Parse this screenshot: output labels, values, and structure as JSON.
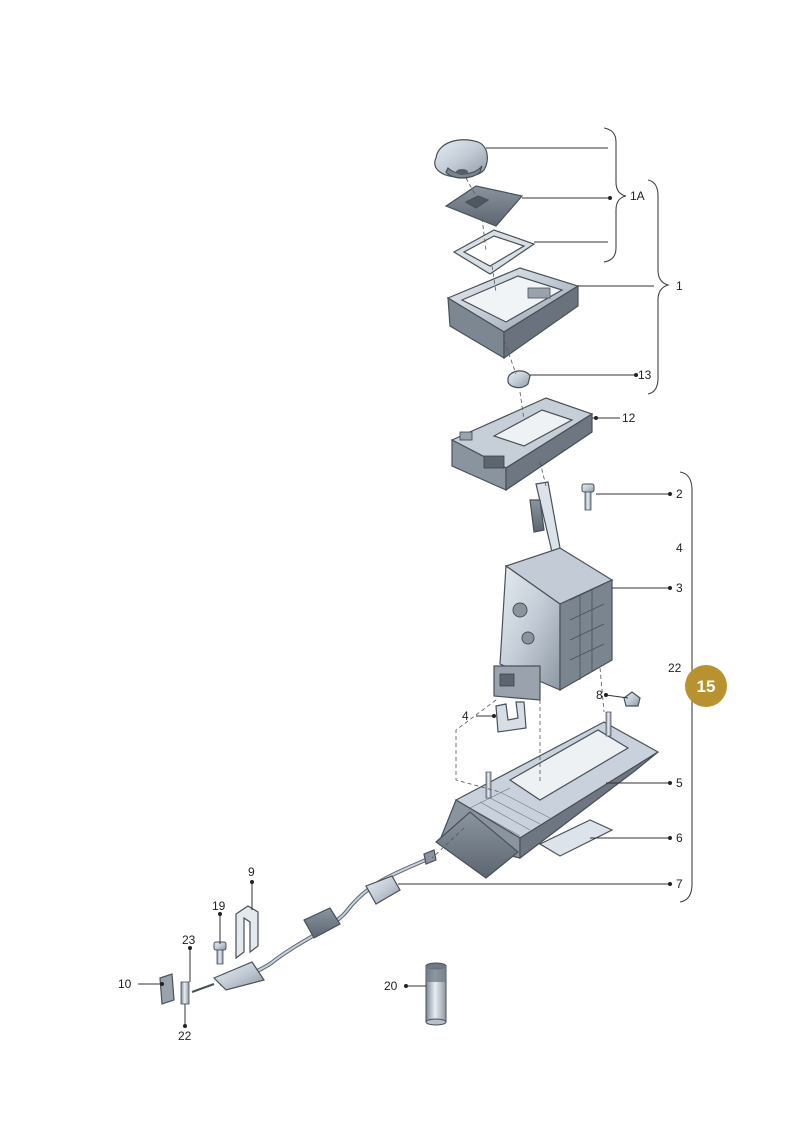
{
  "diagram": {
    "labels": {
      "l_1A": "1A",
      "l_1": "1",
      "l_13": "13",
      "l_12": "12",
      "l_2": "2",
      "l_4a": "4",
      "l_3": "3",
      "l_22a": "22",
      "l_8": "8",
      "l_4b": "4",
      "l_5": "5",
      "l_6": "6",
      "l_7": "7",
      "l_9": "9",
      "l_19": "19",
      "l_23": "23",
      "l_10": "10",
      "l_22b": "22",
      "l_20": "20"
    },
    "badge": {
      "text": "15",
      "color": "#b8922f"
    },
    "colors": {
      "part_fill": "#c9d2dc",
      "part_dark": "#6f7985",
      "part_light": "#e8edf2",
      "outline": "#4a5058"
    }
  }
}
